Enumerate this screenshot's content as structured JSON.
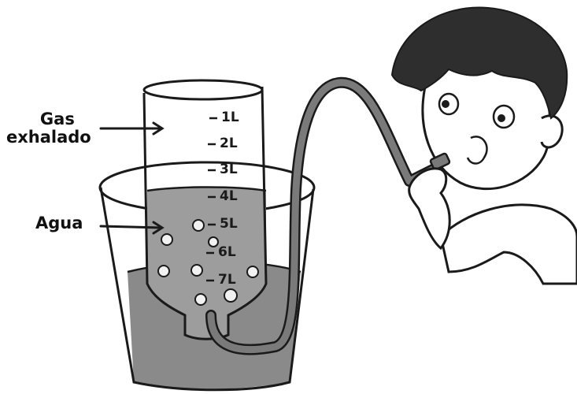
{
  "labels": {
    "gas_line1": "Gas",
    "gas_line2": "exhalado",
    "agua": "Agua"
  },
  "scale": [
    "1L",
    "2L",
    "3L",
    "4L",
    "5L",
    "6L",
    "7L"
  ],
  "colors": {
    "water_outer": "#8a8a8a",
    "water_inner": "#9a9a9a",
    "outline": "#1a1a1a",
    "tube": "#7a7a7a",
    "hair": "#2e2e2e",
    "skin": "#ffffff"
  }
}
